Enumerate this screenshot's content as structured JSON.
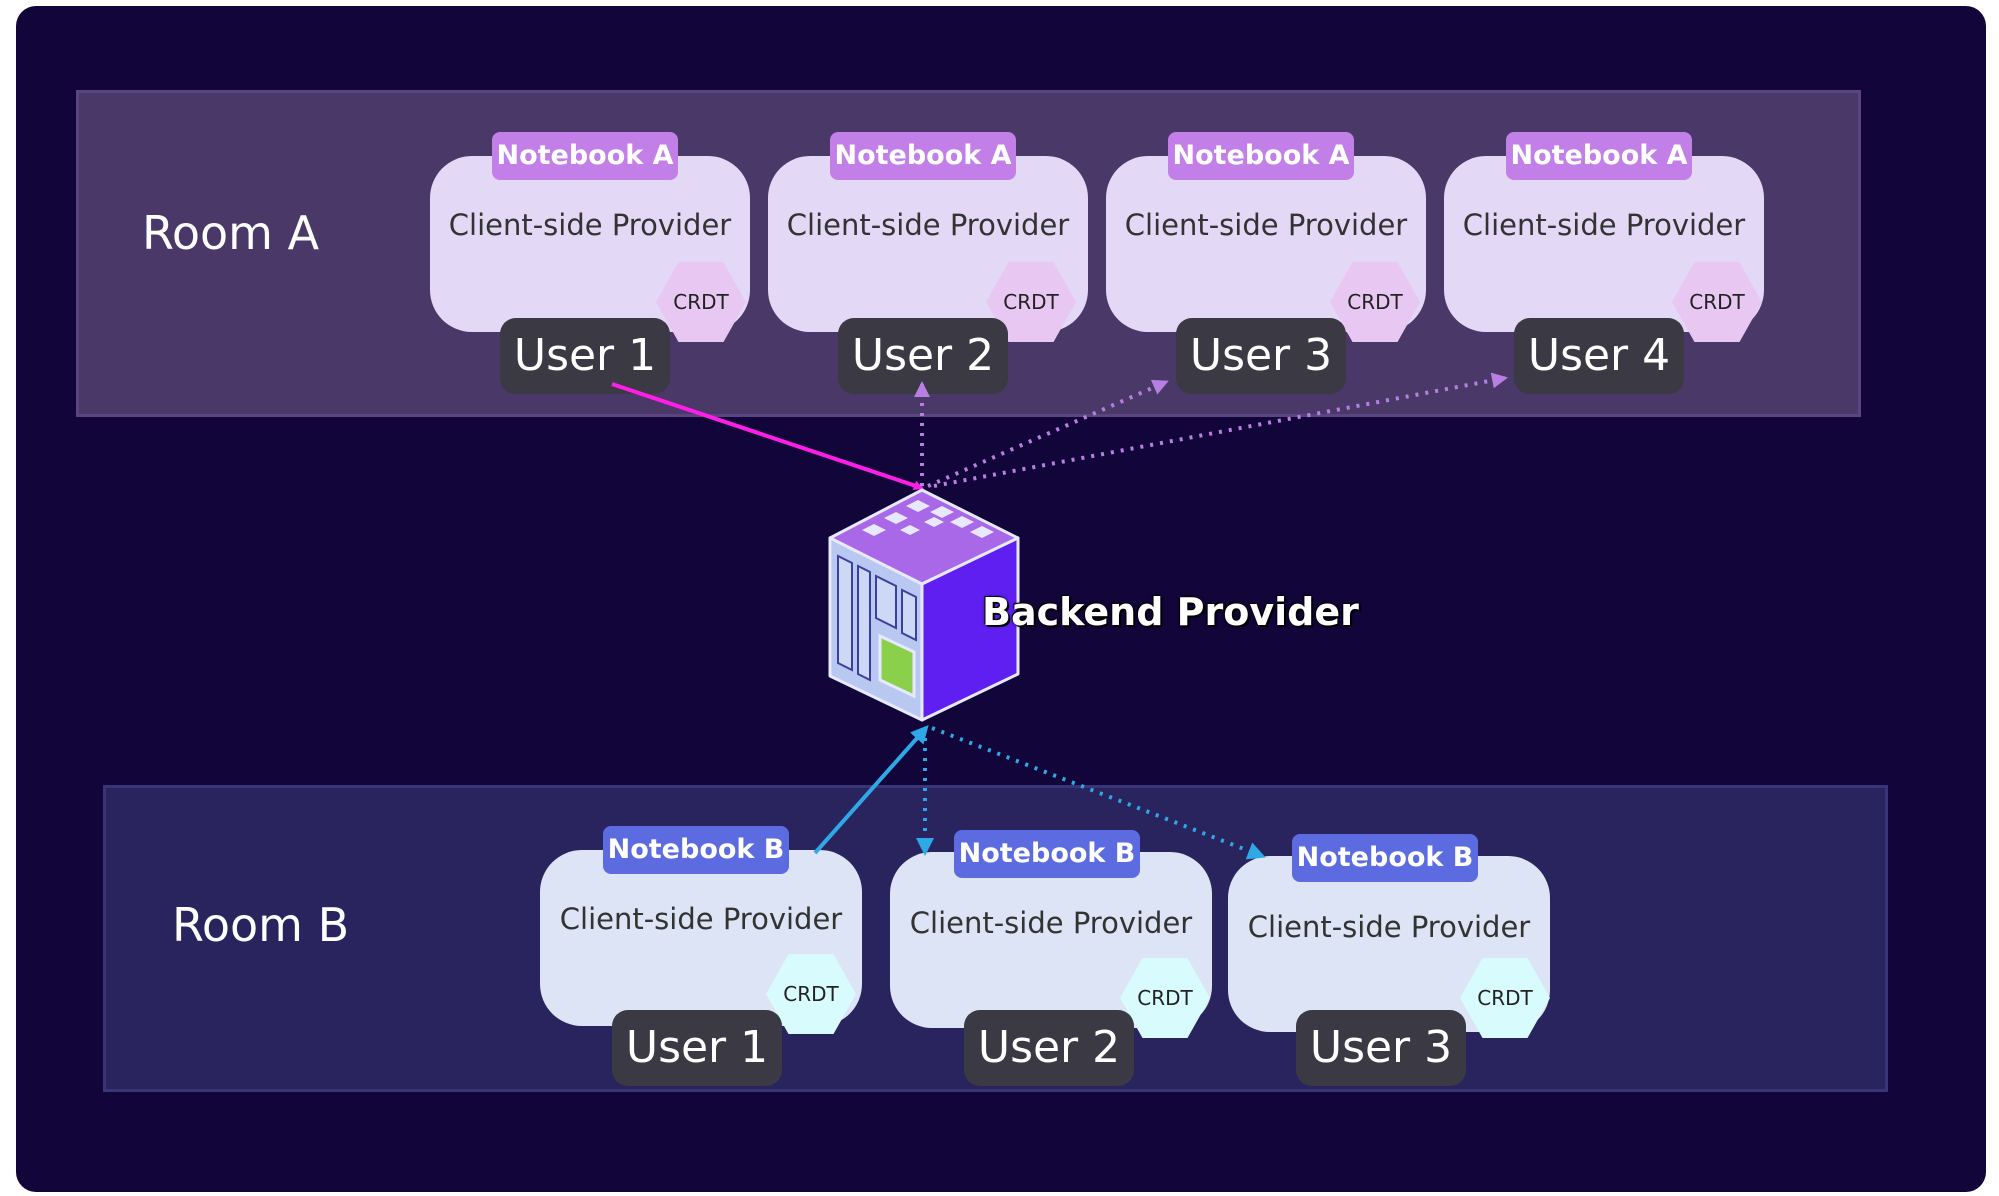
{
  "backend": {
    "label": "Backend Provider",
    "icon": "server-cube-icon"
  },
  "room_a": {
    "label": "Room A",
    "clients": [
      {
        "notebook": "Notebook A",
        "provider": "Client-side Provider",
        "crdt": "CRDT",
        "user": "User 1"
      },
      {
        "notebook": "Notebook A",
        "provider": "Client-side Provider",
        "crdt": "CRDT",
        "user": "User 2"
      },
      {
        "notebook": "Notebook A",
        "provider": "Client-side Provider",
        "crdt": "CRDT",
        "user": "User 3"
      },
      {
        "notebook": "Notebook A",
        "provider": "Client-side Provider",
        "crdt": "CRDT",
        "user": "User 4"
      }
    ]
  },
  "room_b": {
    "label": "Room B",
    "clients": [
      {
        "notebook": "Notebook B",
        "provider": "Client-side Provider",
        "crdt": "CRDT",
        "user": "User 1"
      },
      {
        "notebook": "Notebook B",
        "provider": "Client-side Provider",
        "crdt": "CRDT",
        "user": "User 2"
      },
      {
        "notebook": "Notebook B",
        "provider": "Client-side Provider",
        "crdt": "CRDT",
        "user": "User 3"
      }
    ]
  },
  "colors": {
    "background": "#12053a",
    "room_a": "#4a3868",
    "room_b": "#29245e",
    "notebook_a_tag": "#c37fe8",
    "notebook_b_tag": "#5c6be0",
    "arrow_room_a_send": "#ff1ee6",
    "arrow_room_a_broadcast": "#b77fe0",
    "arrow_room_b": "#2fa8e8"
  }
}
